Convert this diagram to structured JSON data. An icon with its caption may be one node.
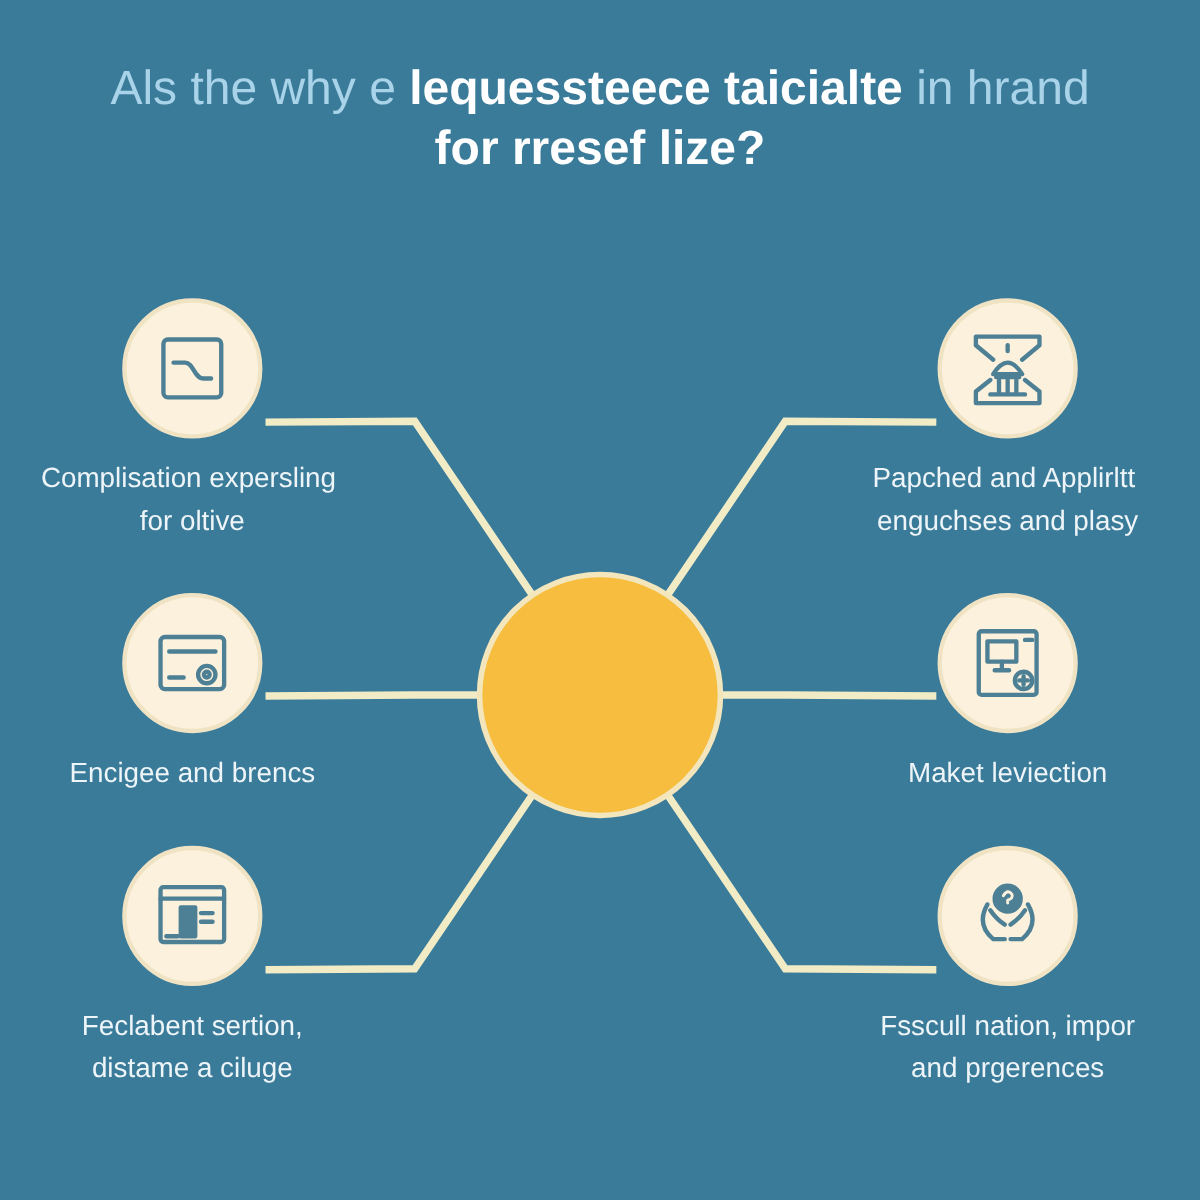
{
  "diagram": {
    "title": "Als the why e **lequessteece taicialte** in hrand **for rresef lize?**",
    "nodes": [
      {
        "text": [],
        "shape": "circle"
      },
      {
        "text": [
          "Complisation expersling for oltive"
        ]
      },
      {
        "text": [
          "Papched and Applirltt enguchses and plasy"
        ]
      },
      {
        "text": [
          "Encigee and brencs"
        ]
      },
      {
        "text": [
          "Maket leviection"
        ]
      },
      {
        "text": [
          "Feclabent sertion,",
          "distame a ciluge"
        ]
      },
      {
        "text": [
          "Fsscull nation, impor",
          "and prgerences"
        ]
      }
    ],
    "edges": [
      {
        "from": 1,
        "to": 0,
        "arrow": "none"
      },
      {
        "from": 0,
        "to": 2,
        "arrow": "none"
      },
      {
        "from": 3,
        "to": 0,
        "arrow": "none"
      },
      {
        "from": 0,
        "to": 4,
        "arrow": "none"
      },
      {
        "from": 5,
        "to": 0,
        "arrow": "none"
      },
      {
        "from": 0,
        "to": 6,
        "arrow": "none"
      }
    ]
  }
}
